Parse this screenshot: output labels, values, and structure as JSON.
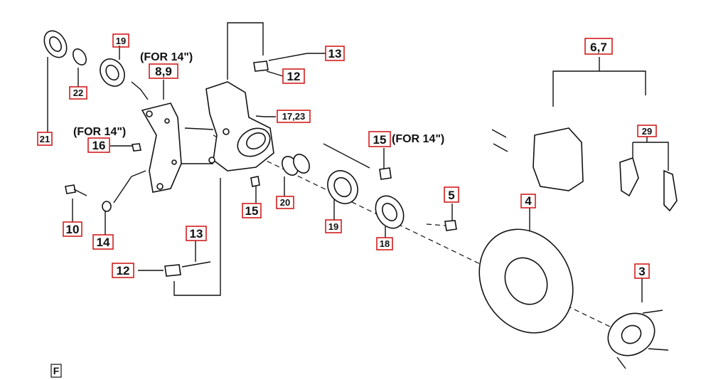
{
  "diagram": {
    "labels": {
      "l21": "21",
      "l22": "22",
      "l19a": "19",
      "for14_top": "(FOR 14\")",
      "l89": "8,9",
      "l13a": "13",
      "l12a": "12",
      "l1723": "17,23",
      "l67": "6,7",
      "l29": "29",
      "for14_left": "(FOR 14\")",
      "l16": "16",
      "l15a": "15",
      "for14_right": "(FOR 14\")",
      "l10": "10",
      "l14": "14",
      "l15b": "15",
      "l20": "20",
      "l5": "5",
      "l4": "4",
      "l13b": "13",
      "l12b": "12",
      "l19b": "19",
      "l18": "18",
      "l3": "3",
      "corner_mark": "F"
    }
  }
}
